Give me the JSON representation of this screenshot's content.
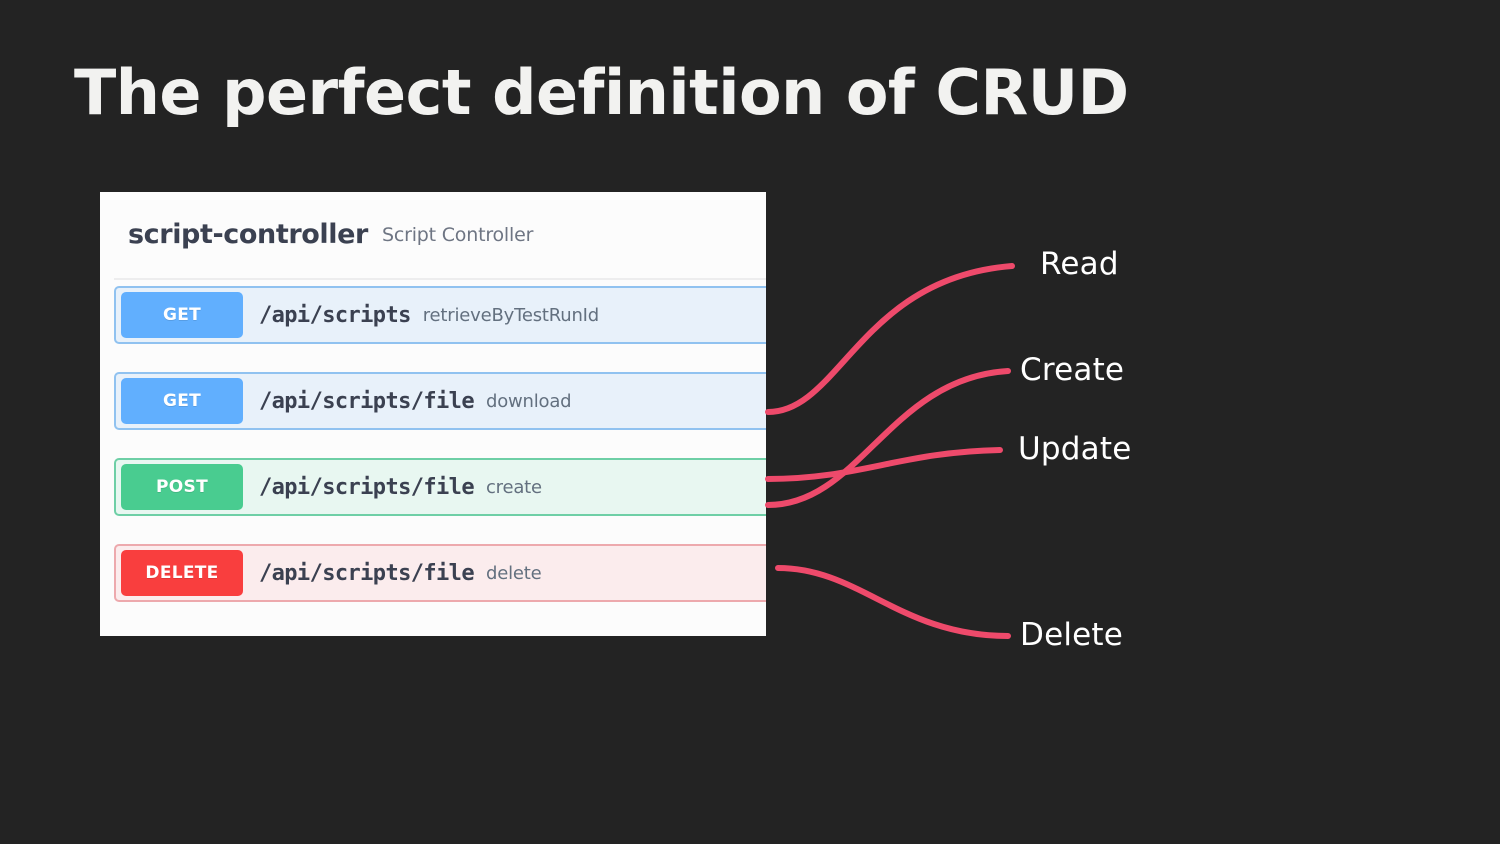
{
  "slide": {
    "title": "The perfect definition of CRUD",
    "background_color": "#232323",
    "title_color": "#f2f2f0"
  },
  "swagger": {
    "tag_name": "script-controller",
    "tag_description": "Script Controller",
    "operations": [
      {
        "method": "GET",
        "path": "/api/scripts",
        "summary": "retrieveByTestRunId",
        "method_color": "#61affe",
        "row_background": "#e8f1fa",
        "row_border": "#90c2f0"
      },
      {
        "method": "GET",
        "path": "/api/scripts/file",
        "summary": "download",
        "method_color": "#61affe",
        "row_background": "#e8f1fa",
        "row_border": "#90c2f0"
      },
      {
        "method": "POST",
        "path": "/api/scripts/file",
        "summary": "create",
        "method_color": "#49cc90",
        "row_background": "#e8f7f1",
        "row_border": "#6ecfa6"
      },
      {
        "method": "DELETE",
        "path": "/api/scripts/file",
        "summary": "delete",
        "method_color": "#f93e3e",
        "row_background": "#fbeced",
        "row_border": "#eda9ad"
      }
    ]
  },
  "annotations": {
    "connector_color": "#ee4a6b",
    "items": [
      {
        "label": "Read",
        "connects_to_operation": 1
      },
      {
        "label": "Create",
        "connects_to_operation": 2
      },
      {
        "label": "Update",
        "connects_to_operation": 2
      },
      {
        "label": "Delete",
        "connects_to_operation": 3
      }
    ]
  }
}
